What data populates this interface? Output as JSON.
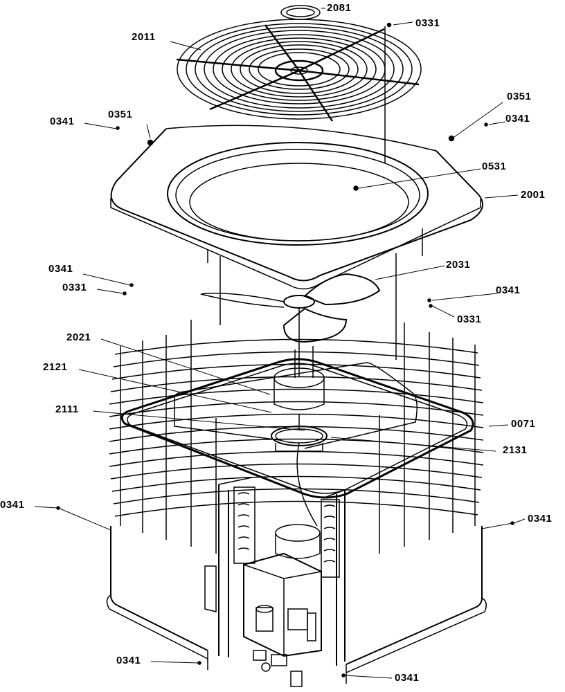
{
  "callouts": {
    "c2081": "2081",
    "c0331_top": "0331",
    "c2011": "2011",
    "c0351_right": "0351",
    "c0341_right_top": "0341",
    "c0351_left": "0351",
    "c0341_left_top": "0341",
    "c0531": "0531",
    "c2001": "2001",
    "c2031": "2031",
    "c0341_left_mid": "0341",
    "c0331_left_mid": "0331",
    "c0341_right_mid": "0341",
    "c0331_right_mid": "0331",
    "c2021": "2021",
    "c2121": "2121",
    "c2111": "2111",
    "c0071": "0071",
    "c2131": "2131",
    "c0341_left_low": "0341",
    "c0341_right_low": "0341",
    "c0341_bottom_left": "0341",
    "c0341_bottom_right": "0341"
  }
}
